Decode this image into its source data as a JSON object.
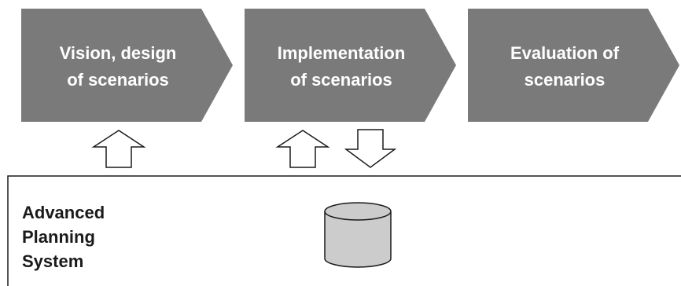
{
  "steps": [
    {
      "line1": "Vision, design",
      "line2": "of scenarios"
    },
    {
      "line1": "Implementation",
      "line2": "of scenarios"
    },
    {
      "line1": "Evaluation of",
      "line2": "scenarios"
    }
  ],
  "system": {
    "lines": [
      "Advanced",
      "Planning",
      "System"
    ]
  },
  "colors": {
    "step_fill": "#7a7a7a",
    "step_text": "#ffffff",
    "arrow_fill": "#ffffff",
    "stroke": "#1a1a1a",
    "database_fill": "#cccccc"
  }
}
